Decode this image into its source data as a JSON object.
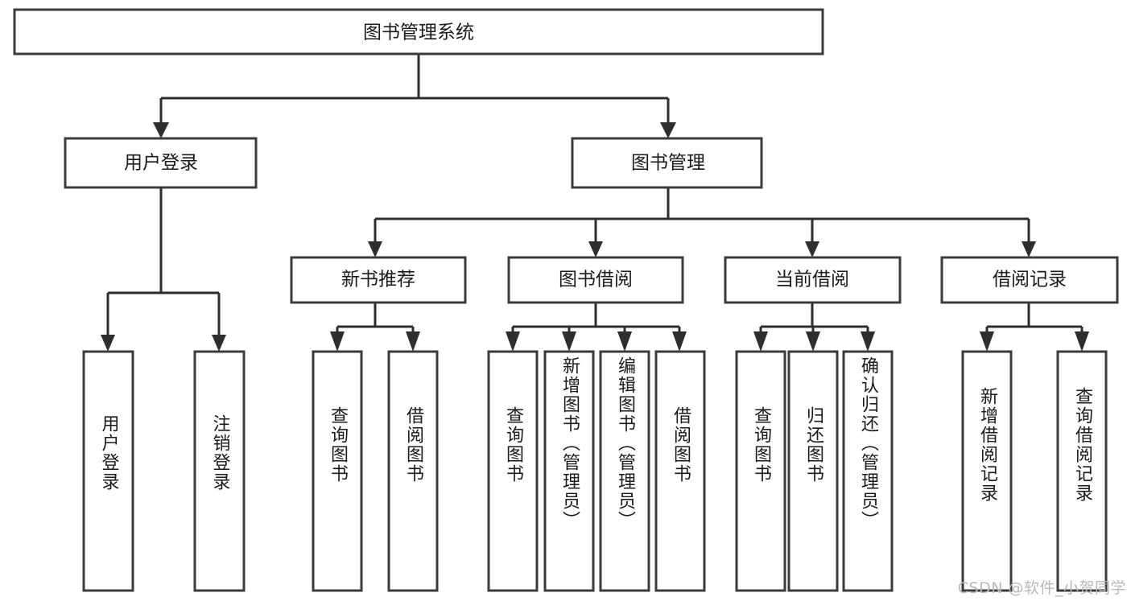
{
  "diagram": {
    "title": "图书管理系统",
    "type": "tree",
    "watermark": "CSDN @软件_小贺同学",
    "colors": {
      "box_stroke": "#3b3b3b",
      "connector": "#2e2e2e",
      "background": "#ffffff",
      "text": "#1a1a1a",
      "watermark": "#b9b9b9"
    },
    "nodes": {
      "root": {
        "label": "图书管理系统",
        "level": 1,
        "orientation": "horizontal"
      },
      "l2": [
        {
          "id": "user-login",
          "label": "用户登录",
          "level": 2,
          "orientation": "horizontal"
        },
        {
          "id": "book-manage",
          "label": "图书管理",
          "level": 2,
          "orientation": "horizontal"
        }
      ],
      "l3": [
        {
          "id": "new-book-recommend",
          "label": "新书推荐",
          "level": 3,
          "orientation": "horizontal",
          "parent": "book-manage"
        },
        {
          "id": "book-borrow",
          "label": "图书借阅",
          "level": 3,
          "orientation": "horizontal",
          "parent": "book-manage"
        },
        {
          "id": "current-borrow",
          "label": "当前借阅",
          "level": 3,
          "orientation": "horizontal",
          "parent": "book-manage"
        },
        {
          "id": "borrow-record",
          "label": "借阅记录",
          "level": 3,
          "orientation": "horizontal",
          "parent": "book-manage"
        }
      ],
      "leaves": [
        {
          "id": "leaf-user-login",
          "label": "用户登录",
          "parent": "user-login",
          "orientation": "vertical"
        },
        {
          "id": "leaf-user-logout",
          "label": "注销登录",
          "parent": "user-login",
          "orientation": "vertical"
        },
        {
          "id": "leaf-query-book-1",
          "label": "查询图书",
          "parent": "new-book-recommend",
          "orientation": "vertical"
        },
        {
          "id": "leaf-borrow-book-1",
          "label": "借阅图书",
          "parent": "new-book-recommend",
          "orientation": "vertical"
        },
        {
          "id": "leaf-query-book-2",
          "label": "查询图书",
          "parent": "book-borrow",
          "orientation": "vertical"
        },
        {
          "id": "leaf-add-book",
          "label": "新增图书（管理员）",
          "parent": "book-borrow",
          "orientation": "vertical"
        },
        {
          "id": "leaf-edit-book",
          "label": "编辑图书（管理员）",
          "parent": "book-borrow",
          "orientation": "vertical"
        },
        {
          "id": "leaf-borrow-book-2",
          "label": "借阅图书",
          "parent": "book-borrow",
          "orientation": "vertical"
        },
        {
          "id": "leaf-query-book-3",
          "label": "查询图书",
          "parent": "current-borrow",
          "orientation": "vertical"
        },
        {
          "id": "leaf-return-book",
          "label": "归还图书",
          "parent": "current-borrow",
          "orientation": "vertical"
        },
        {
          "id": "leaf-confirm-return",
          "label": "确认归还（管理员）",
          "parent": "current-borrow",
          "orientation": "vertical"
        },
        {
          "id": "leaf-add-record",
          "label": "新增借阅记录",
          "parent": "borrow-record",
          "orientation": "vertical"
        },
        {
          "id": "leaf-query-record",
          "label": "查询借阅记录",
          "parent": "borrow-record",
          "orientation": "vertical"
        }
      ]
    }
  }
}
